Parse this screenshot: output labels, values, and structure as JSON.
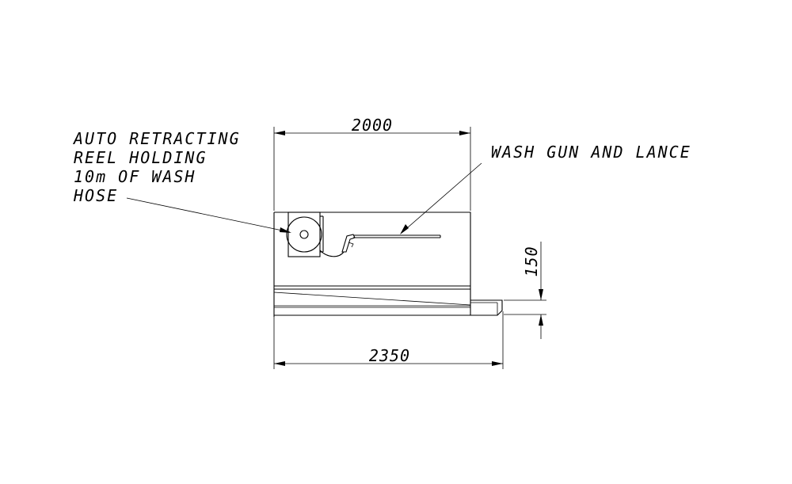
{
  "labels": {
    "reel": [
      "AUTO RETRACTING",
      "REEL HOLDING",
      "10m OF WASH",
      "HOSE"
    ],
    "gun": "WASH GUN AND LANCE"
  },
  "dimensions": {
    "top_width": "2000",
    "bottom_width": "2350",
    "height": "150"
  }
}
